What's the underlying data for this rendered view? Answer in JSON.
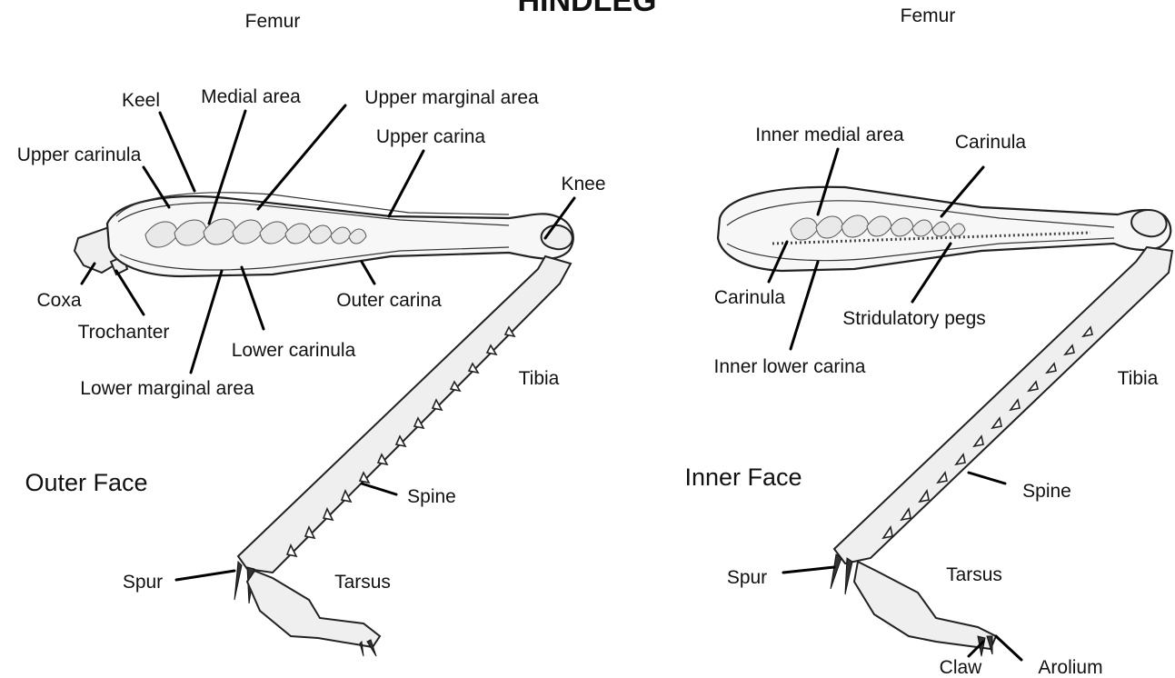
{
  "title": "HINDLEG",
  "outer": {
    "face": "Outer Face",
    "labels": {
      "femur": "Femur",
      "keel": "Keel",
      "medial": "Medial area",
      "upper_marginal": "Upper marginal area",
      "upper_carina": "Upper carina",
      "upper_carinula": "Upper carinula",
      "knee": "Knee",
      "coxa": "Coxa",
      "trochanter": "Trochanter",
      "outer_carina": "Outer carina",
      "lower_carinula": "Lower carinula",
      "lower_marginal": "Lower marginal area",
      "tibia": "Tibia",
      "spine": "Spine",
      "spur": "Spur",
      "tarsus": "Tarsus"
    }
  },
  "inner": {
    "face": "Inner Face",
    "labels": {
      "femur": "Femur",
      "inner_medial": "Inner medial area",
      "carinula_top": "Carinula",
      "carinula_left": "Carinula",
      "stridulatory": "Stridulatory pegs",
      "inner_lower": "Inner lower carina",
      "tibia": "Tibia",
      "spine": "Spine",
      "spur": "Spur",
      "tarsus": "Tarsus",
      "claw": "Claw",
      "arolium": "Arolium"
    }
  }
}
